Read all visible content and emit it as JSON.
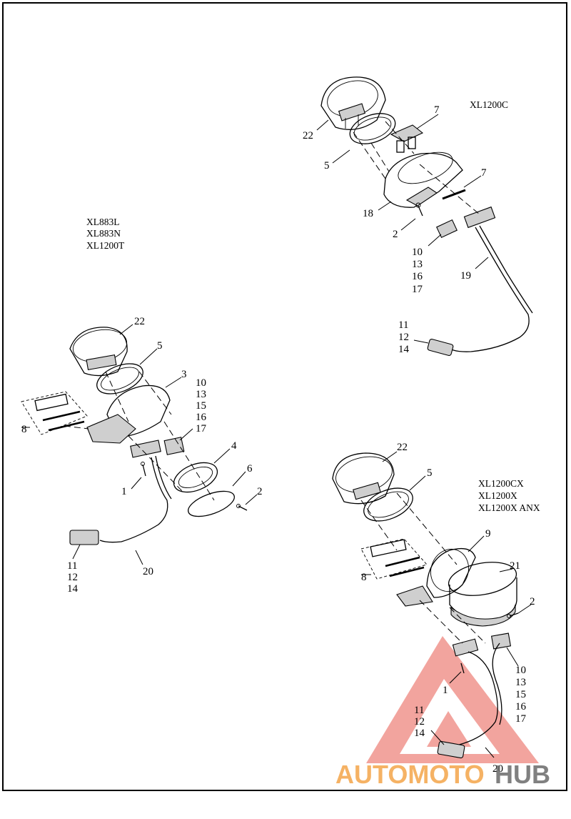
{
  "models": {
    "top_right": [
      "XL1200C"
    ],
    "left": [
      "XL883L",
      "XL883N",
      "XL1200T"
    ],
    "bottom_right": [
      "XL1200CX",
      "XL1200X",
      "XL1200X ANX"
    ]
  },
  "callouts": {
    "tr": {
      "p22": "22",
      "p5": "5",
      "p7a": "7",
      "p7b": "7",
      "p18": "18",
      "p2": "2",
      "g1": [
        "10",
        "13",
        "16",
        "17"
      ],
      "p19": "19",
      "g2": [
        "11",
        "12",
        "14"
      ]
    },
    "l": {
      "p22": "22",
      "p5": "5",
      "p3": "3",
      "g1": [
        "10",
        "13",
        "15",
        "16",
        "17"
      ],
      "p8": "8",
      "p4": "4",
      "p6": "6",
      "p1": "1",
      "p2": "2",
      "g2": [
        "11",
        "12",
        "14"
      ],
      "p20": "20"
    },
    "br": {
      "p22": "22",
      "p5": "5",
      "p9": "9",
      "p8": "8",
      "p21": "21",
      "p2": "2",
      "g1": [
        "10",
        "13",
        "15",
        "16",
        "17"
      ],
      "p1": "1",
      "g2": [
        "11",
        "12",
        "14"
      ],
      "p20": "20"
    }
  },
  "watermark": {
    "part1": "AUTOMOTO",
    "part2": "HUB"
  },
  "colors": {
    "watermark_red": "#e85a50",
    "watermark_orange": "#f4a54a",
    "watermark_grey": "#6b6b6b"
  }
}
